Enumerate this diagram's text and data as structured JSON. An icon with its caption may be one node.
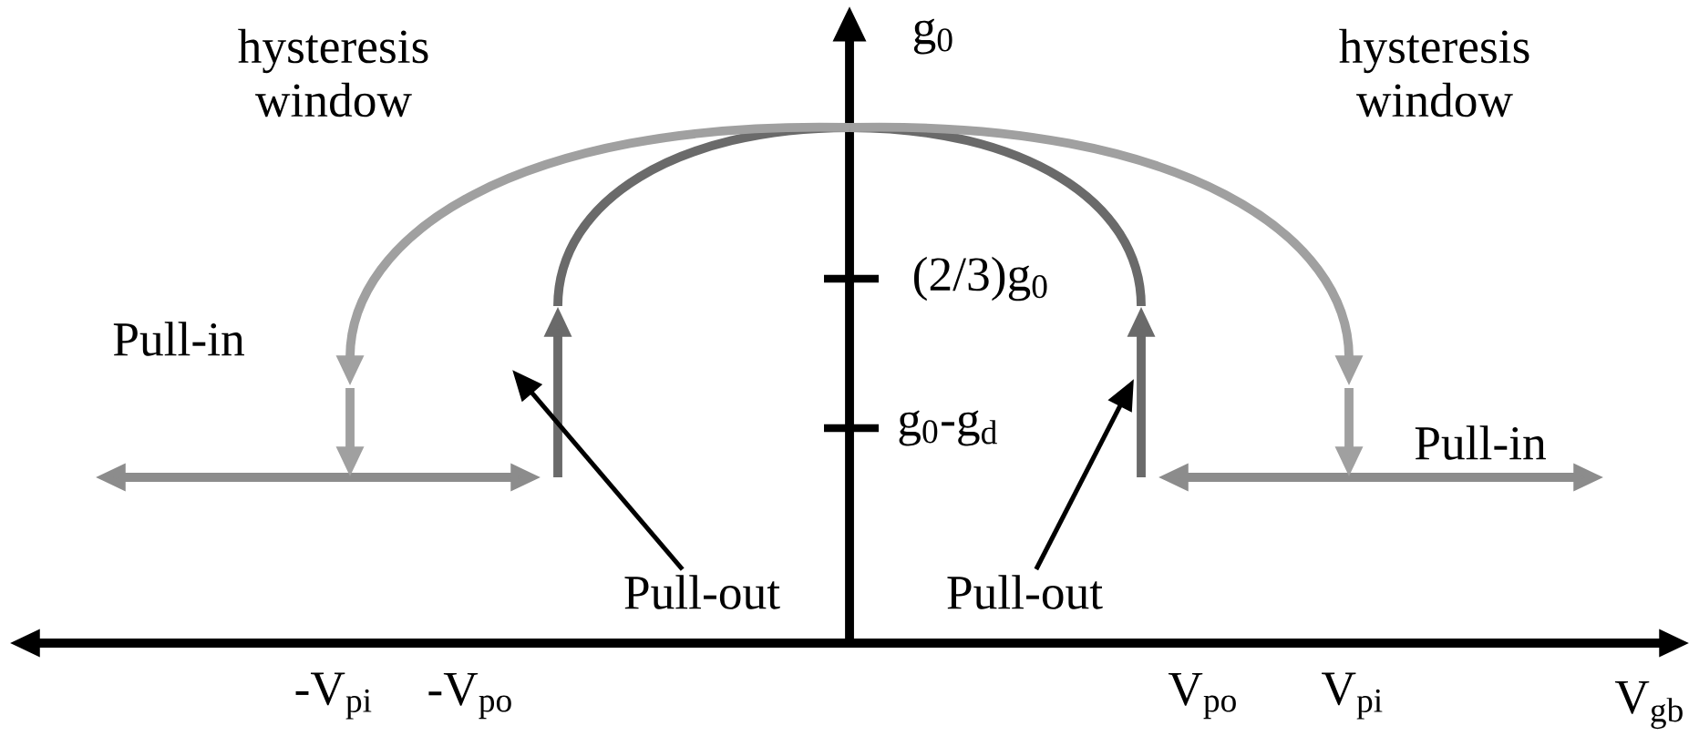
{
  "diagram": {
    "nodes": [
      {
        "text": [
          "Pull-out"
        ]
      },
      {
        "text": [
          "Pull-out"
        ]
      }
    ],
    "edges": [
      {
        "from": 0,
        "to": null,
        "arrow": "to"
      },
      {
        "from": 1,
        "to": null,
        "arrow": "to"
      }
    ],
    "labels": [
      "hysteresis window",
      "g$_{0}$",
      "hysteresis window",
      "(2/3)g$_{0}$",
      "Pull-in",
      "g$_{0}$-g$_{d}$",
      "Pull-in",
      "-V$_{pi}$",
      "-V$_{po}$",
      "V$_{po}$",
      "V$_{pi}$",
      "V$_{gb}$"
    ]
  }
}
